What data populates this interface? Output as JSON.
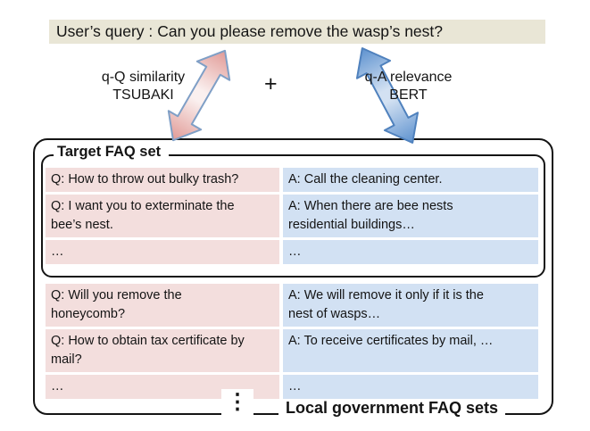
{
  "query_box": {
    "label": "User’s query :",
    "text": "Can you please remove the wasp’s nest?"
  },
  "scorers": {
    "left": {
      "line1": "q-Q similarity",
      "line2": "TSUBAKI"
    },
    "plus": "+",
    "right": {
      "line1": "q-A relevance",
      "line2": "BERT"
    }
  },
  "target_faq": {
    "label": "Target FAQ set",
    "rows": [
      {
        "q": "Q: How to throw out bulky trash?",
        "a": "A: Call the cleaning center."
      },
      {
        "q": "Q: I want you to exterminate the\nbee’s nest.",
        "a": "A: When there are bee nests\nresidential buildings…"
      },
      {
        "q": "…",
        "a": "…"
      }
    ]
  },
  "local_faq": {
    "label": "Local government FAQ sets",
    "ellipsis": "⋮",
    "rows": [
      {
        "q": "Q: Will you remove the\nhoneycomb?",
        "a": "A: We will remove it only if it is the\nnest of wasps…"
      },
      {
        "q": "Q: How to obtain tax certificate by\nmail?",
        "a": "A: To receive certificates by mail, …"
      },
      {
        "q": "…",
        "a": "…"
      }
    ]
  },
  "colors": {
    "query_bg": "#e9e6d6",
    "q_cell_bg": "#f3dedd",
    "a_cell_bg": "#d2e1f3",
    "pink_arrow_end": "#e19a96",
    "pink_arrow_mid": "#faf0ef",
    "pink_arrow_stroke": "#7f9fc6",
    "blue_arrow_end": "#5e92cf",
    "blue_arrow_mid": "#d3e1f2",
    "blue_arrow_stroke": "#4f81bd",
    "border": "#141414"
  }
}
